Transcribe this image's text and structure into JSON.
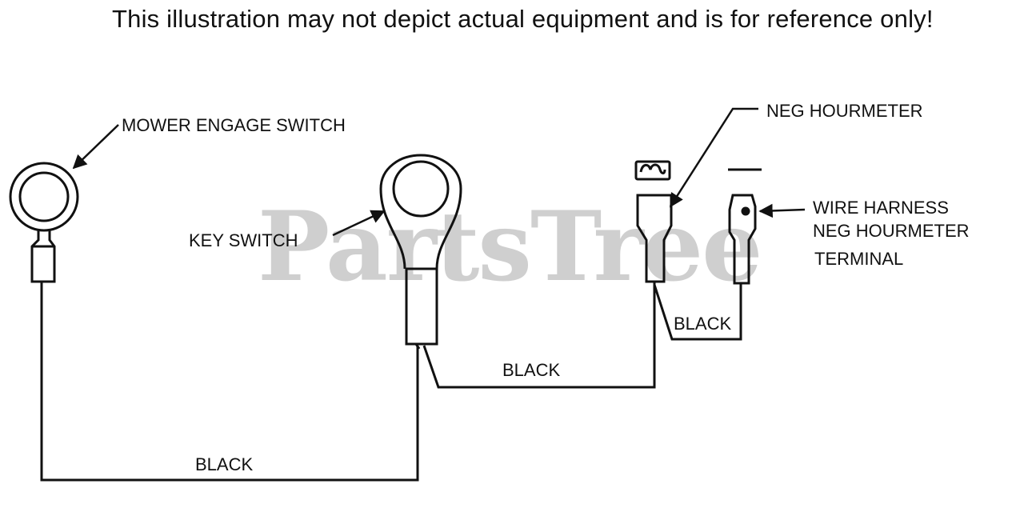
{
  "header": {
    "disclaimer": "This illustration may not depict actual equipment and is for reference only!"
  },
  "watermark": "PartsTree",
  "labels": {
    "mower_engage_switch": "MOWER ENGAGE SWITCH",
    "key_switch": "KEY SWITCH",
    "neg_hourmeter": "NEG HOURMETER",
    "wire_harness_line1": "WIRE HARNESS",
    "wire_harness_line2": "NEG HOURMETER",
    "wire_harness_line3": "TERMINAL",
    "wire_black_bottom": "BLACK",
    "wire_black_middle": "BLACK",
    "wire_black_right": "BLACK"
  }
}
